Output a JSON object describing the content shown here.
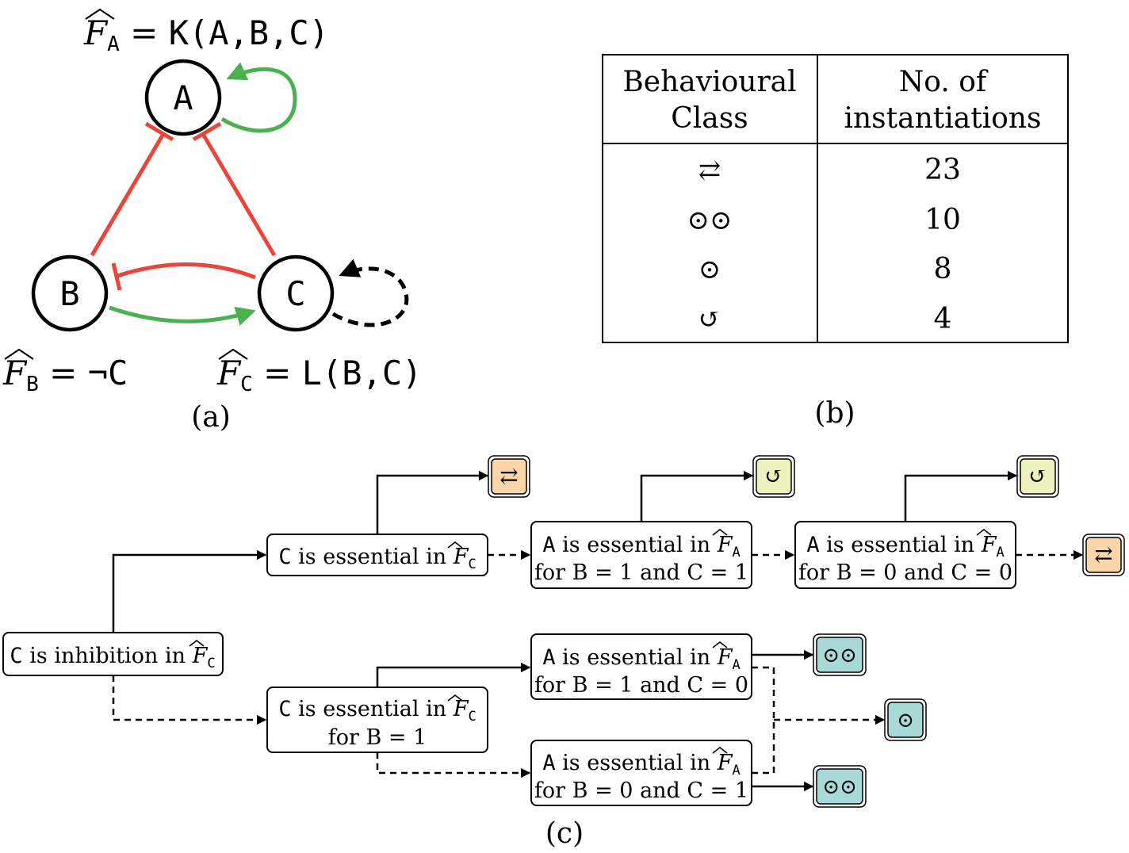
{
  "panel_a": {
    "caption": "(a)",
    "nodes": [
      {
        "id": "A",
        "label": "A"
      },
      {
        "id": "B",
        "label": "B"
      },
      {
        "id": "C",
        "label": "C"
      }
    ],
    "functions": {
      "A": {
        "var": "F",
        "sub": "A",
        "rhs_prefix": " = ",
        "rhs": "K(A,B,C)"
      },
      "B": {
        "var": "F",
        "sub": "B",
        "rhs_prefix": " = ",
        "rhs": "¬C"
      },
      "C": {
        "var": "F",
        "sub": "C",
        "rhs_prefix": " = ",
        "rhs": "L(B,C)"
      }
    },
    "colors": {
      "activation": "#4caf50",
      "inhibition": "#e8453c",
      "unknown": "#000000"
    }
  },
  "panel_b": {
    "caption": "(b)",
    "table": {
      "headers": [
        [
          "Behavioural",
          "Class"
        ],
        [
          "No. of",
          "instantiations"
        ]
      ],
      "rows": [
        {
          "class_symbol": "⇄",
          "count": "23"
        },
        {
          "class_symbol": "⊙⊙",
          "count": "10"
        },
        {
          "class_symbol": "⊙",
          "count": "8"
        },
        {
          "class_symbol": "↺",
          "count": "4"
        }
      ]
    }
  },
  "panel_c": {
    "caption": "(c)",
    "colors": {
      "orange": "#fcd5a8",
      "yellow": "#eef2bf",
      "teal": "#a8d9d6"
    },
    "boxes": {
      "root": {
        "pre_var": "C",
        "text": " is inhibition in ",
        "func": "F",
        "sub": "C"
      },
      "c_ess": {
        "pre_var": "C",
        "text": " is essential in ",
        "func": "F",
        "sub": "C"
      },
      "c_ess_b1": {
        "pre_var": "C",
        "text": " is essential in ",
        "func": "F",
        "sub": "C",
        "line2": "for B = 1"
      },
      "a_b1c1": {
        "pre_var": "A",
        "text": " is essential in ",
        "func": "F",
        "sub": "A",
        "line2": "for B = 1 and C = 1"
      },
      "a_b0c0": {
        "pre_var": "A",
        "text": " is essential in ",
        "func": "F",
        "sub": "A",
        "line2": "for B = 0 and C = 0"
      },
      "a_b1c0": {
        "pre_var": "A",
        "text": " is essential in ",
        "func": "F",
        "sub": "A",
        "line2": "for B = 1 and C = 0"
      },
      "a_b0c1": {
        "pre_var": "A",
        "text": " is essential in ",
        "func": "F",
        "sub": "A",
        "line2": "for B = 0 and C = 1"
      }
    },
    "leaves": [
      {
        "symbol": "⇄",
        "color": "orange"
      },
      {
        "symbol": "↺",
        "color": "yellow"
      },
      {
        "symbol": "↺",
        "color": "yellow"
      },
      {
        "symbol": "⇄",
        "color": "orange"
      },
      {
        "symbol": "⊙⊙",
        "color": "teal"
      },
      {
        "symbol": "⊙",
        "color": "teal"
      },
      {
        "symbol": "⊙⊙",
        "color": "teal"
      }
    ]
  }
}
